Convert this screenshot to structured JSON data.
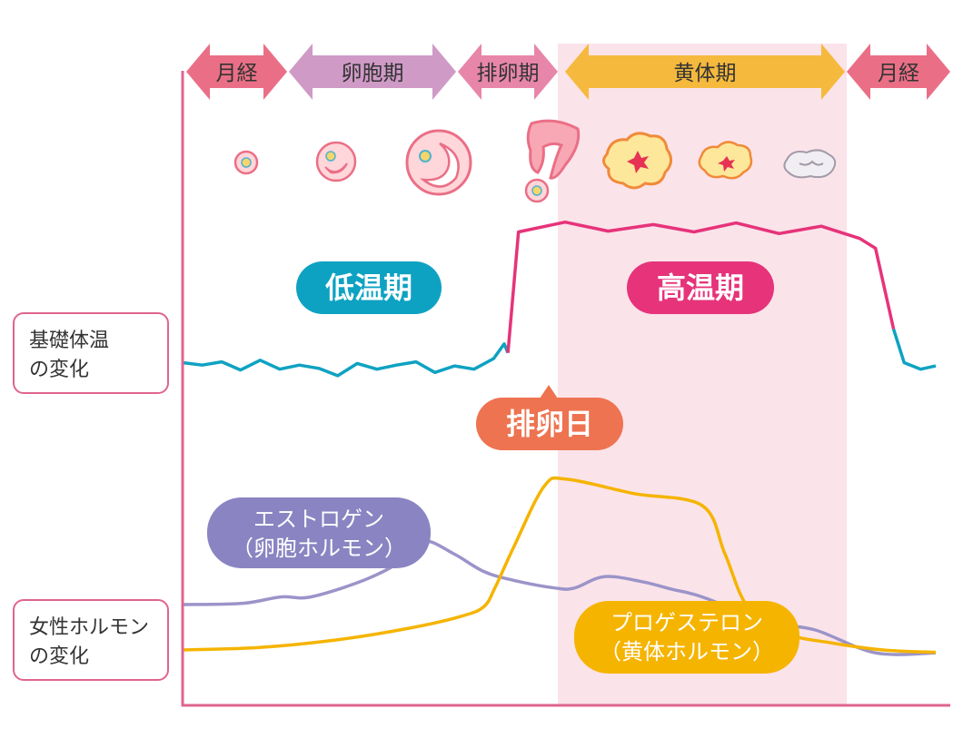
{
  "colors": {
    "axis": "#e0648f",
    "luteal_band": "#fbe3ea",
    "low_temp": "#0ea2c2",
    "high_temp": "#e6337a",
    "estrogen": "#9b94c9",
    "progesterone": "#f5b400",
    "ovulation_day": "#ee7350"
  },
  "phases": [
    {
      "label": "月経",
      "color": "#ea6f86"
    },
    {
      "label": "卵胞期",
      "color": "#cf9ac6"
    },
    {
      "label": "排卵期",
      "color": "#e886aa"
    },
    {
      "label": "黄体期",
      "color": "#f5b93d"
    },
    {
      "label": "月経",
      "color": "#ea6f86"
    }
  ],
  "follicle_icons": [
    "follicle-small-icon",
    "follicle-medium-icon",
    "follicle-large-icon",
    "ovulation-rupture-icon",
    "corpus-luteum-icon",
    "corpus-luteum-shrinking-icon",
    "corpus-albicans-icon"
  ],
  "row_labels": {
    "temperature": {
      "line1": "基礎体温",
      "line2": "の変化"
    },
    "hormone": {
      "line1": "女性ホルモン",
      "line2": "の変化"
    }
  },
  "pills": {
    "low_temp": "低温期",
    "high_temp": "高温期",
    "ovulation_day": "排卵日",
    "estrogen": {
      "line1": "エストロゲン",
      "line2": "（卵胞ホルモン）"
    },
    "progesterone": {
      "line1": "プロゲステロン",
      "line2": "（黄体ホルモン）"
    }
  },
  "chart_data": {
    "type": "line",
    "x_axis": {
      "ticks": "none",
      "phases": [
        "月経",
        "卵胞期",
        "排卵期",
        "黄体期",
        "月経"
      ]
    },
    "y_axis": {
      "ticks": "none"
    },
    "series": [
      {
        "name": "基礎体温",
        "color_low": "#0ea2c2",
        "color_high": "#e6337a",
        "x": [
          0.0,
          0.026,
          0.052,
          0.077,
          0.103,
          0.129,
          0.155,
          0.181,
          0.206,
          0.232,
          0.258,
          0.284,
          0.31,
          0.335,
          0.361,
          0.387,
          0.413,
          0.427,
          0.432,
          0.446,
          0.508,
          0.565,
          0.625,
          0.679,
          0.735,
          0.792,
          0.848,
          0.899,
          0.92,
          0.944,
          0.958,
          0.98,
          1.0
        ],
        "y": [
          0.45,
          0.42,
          0.46,
          0.36,
          0.48,
          0.37,
          0.42,
          0.38,
          0.29,
          0.44,
          0.37,
          0.42,
          0.46,
          0.33,
          0.41,
          0.37,
          0.5,
          0.68,
          0.57,
          2.05,
          2.17,
          2.06,
          2.14,
          2.05,
          2.16,
          2.03,
          2.12,
          1.97,
          1.85,
          0.86,
          0.45,
          0.37,
          0.41
        ]
      },
      {
        "name": "エストロゲン",
        "color": "#9b94c9",
        "x": [
          0.0,
          0.08,
          0.13,
          0.17,
          0.24,
          0.29,
          0.32,
          0.36,
          0.4,
          0.44,
          0.495,
          0.52,
          0.56,
          0.61,
          0.65,
          0.69,
          0.78,
          0.84,
          0.92,
          1.0
        ],
        "y": [
          1.0,
          1.05,
          1.3,
          1.3,
          1.95,
          2.7,
          3.5,
          3.0,
          2.3,
          1.95,
          1.65,
          1.65,
          2.1,
          1.9,
          1.6,
          1.3,
          0.3,
          0.0,
          -0.9,
          -0.9
        ],
        "scale": "relative"
      },
      {
        "name": "プロゲステロン",
        "color": "#f5b400",
        "x": [
          0.0,
          0.1,
          0.2,
          0.3,
          0.37,
          0.4,
          0.415,
          0.44,
          0.48,
          0.51,
          0.6,
          0.69,
          0.72,
          0.75,
          0.8,
          0.86,
          0.93,
          1.0
        ],
        "y": [
          0.0,
          0.1,
          0.4,
          0.9,
          1.4,
          1.8,
          2.6,
          4.3,
          6.8,
          7.1,
          6.5,
          6.0,
          4.0,
          1.8,
          0.7,
          0.3,
          0.0,
          -0.1
        ],
        "scale": "relative"
      }
    ]
  }
}
